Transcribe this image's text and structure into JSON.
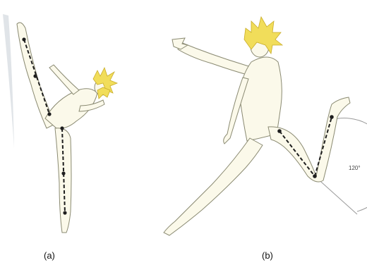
{
  "figures": [
    {
      "caption": "(a)"
    },
    {
      "caption": "(b)",
      "angle_label": "120°"
    }
  ],
  "colors": {
    "outline": "#8a8a72",
    "skin": "#fbf9ea",
    "hair": "#f1dd5a",
    "hair_stroke": "#c9ad2a",
    "joint_line": "#1e1e1e",
    "shadow": "#d8dde2"
  }
}
